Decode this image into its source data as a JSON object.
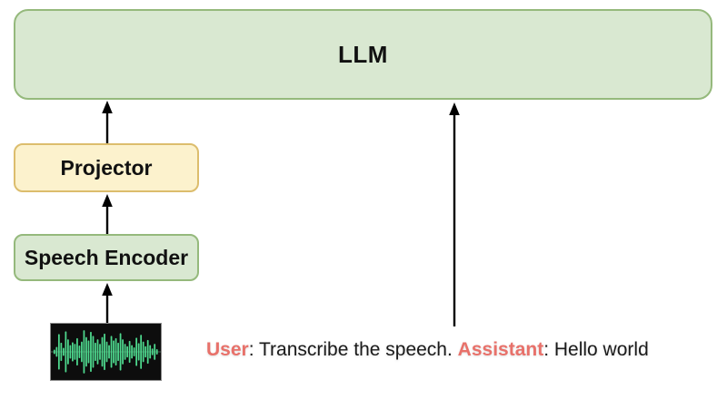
{
  "diagram": {
    "llm": {
      "label": "LLM"
    },
    "projector": {
      "label": "Projector"
    },
    "speech_encoder": {
      "label": "Speech Encoder"
    }
  },
  "caption": {
    "segments": [
      {
        "text": "User",
        "role": "speaker"
      },
      {
        "text": ": Transcribe the speech. ",
        "role": "normal"
      },
      {
        "text": "Assistant",
        "role": "speaker"
      },
      {
        "text": ": Hello world",
        "role": "normal"
      }
    ]
  },
  "colors": {
    "box_green_fill": "#d9e8d1",
    "box_green_border": "#95b97c",
    "box_yellow_fill": "#fcf2cd",
    "box_yellow_border": "#dcbd6d",
    "speaker_text": "#e8716a",
    "arrow": "#000000",
    "waveform_green": "#4ed98e",
    "waveform_bg": "#0d0d0d"
  },
  "waveform": {
    "amplitudes": [
      0.1,
      0.22,
      0.78,
      0.4,
      0.18,
      0.9,
      0.55,
      0.3,
      0.42,
      0.35,
      0.6,
      0.28,
      0.45,
      0.95,
      0.65,
      0.5,
      0.88,
      0.7,
      0.4,
      0.55,
      0.35,
      0.65,
      0.8,
      0.45,
      0.3,
      0.7,
      0.5,
      0.6,
      0.4,
      0.82,
      0.55,
      0.35,
      0.25,
      0.48,
      0.3,
      0.2,
      0.62,
      0.38,
      0.75,
      0.45,
      0.25,
      0.52,
      0.3,
      0.15,
      0.35,
      0.12
    ]
  }
}
